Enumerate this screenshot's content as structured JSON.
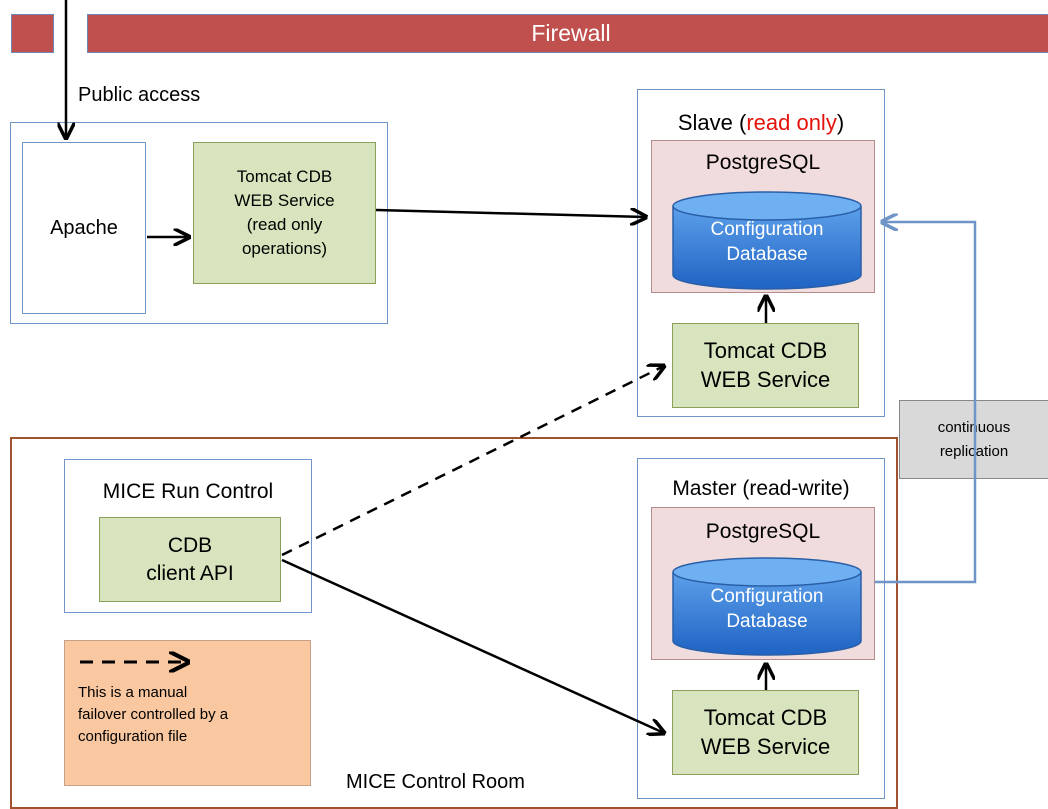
{
  "firewall": {
    "label": "Firewall"
  },
  "public_access": {
    "label": "Public access"
  },
  "apache": {
    "label": "Apache"
  },
  "tomcat_readonly": {
    "lines": [
      "Tomcat CDB",
      "WEB Service",
      "(read only",
      "operations)"
    ]
  },
  "slave": {
    "title_prefix": "Slave (",
    "title_highlight": "read only",
    "title_suffix": ")",
    "postgres": "PostgreSQL",
    "db_lines": [
      "Configuration",
      "Database"
    ],
    "tomcat_lines": [
      "Tomcat CDB",
      "WEB Service"
    ]
  },
  "master": {
    "title": "Master (read-write)",
    "postgres": "PostgreSQL",
    "db_lines": [
      "Configuration",
      "Database"
    ],
    "tomcat_lines": [
      "Tomcat CDB",
      "WEB Service"
    ]
  },
  "replication": {
    "lines": [
      "continuous",
      "replication"
    ]
  },
  "run_control": {
    "title": "MICE Run Control",
    "api_lines": [
      "CDB",
      "client API"
    ]
  },
  "note": {
    "lines": [
      "This is a manual",
      "failover controlled by a",
      "configuration file"
    ]
  },
  "control_room": {
    "label": "MICE Control Room"
  },
  "colors": {
    "firewall": "#c0504d",
    "process_box": "#d7e4bd",
    "postgres_box": "#f0dcdc",
    "database": "#3c7fd6",
    "note": "#fac8a0",
    "highlight": "#e3130c"
  }
}
